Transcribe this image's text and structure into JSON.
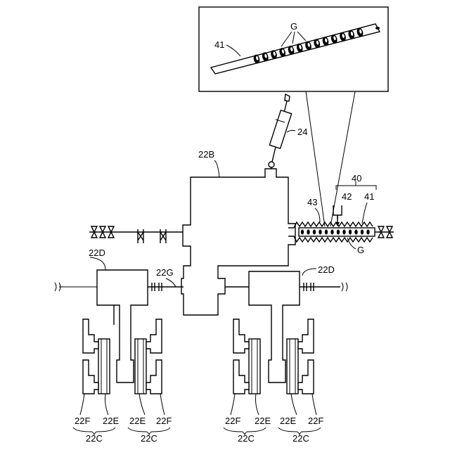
{
  "labels": {
    "shaft_inset": "41",
    "grooves": "G",
    "actuator": "24",
    "case": "22B",
    "assembly": "40",
    "bellows": "43",
    "pin": "42",
    "shaft": "41",
    "groove_lower": "G",
    "unit_left": "22D",
    "unit_right": "22D",
    "coupling": "22G",
    "brake_groups": [
      {
        "f": "22F",
        "e": "22E",
        "c": "22C"
      },
      {
        "e": "22E",
        "f": "22F",
        "c": "22C"
      },
      {
        "f": "22F",
        "e": "22E",
        "c": "22C"
      },
      {
        "e": "22E",
        "f": "22F",
        "c": "22C"
      }
    ]
  }
}
